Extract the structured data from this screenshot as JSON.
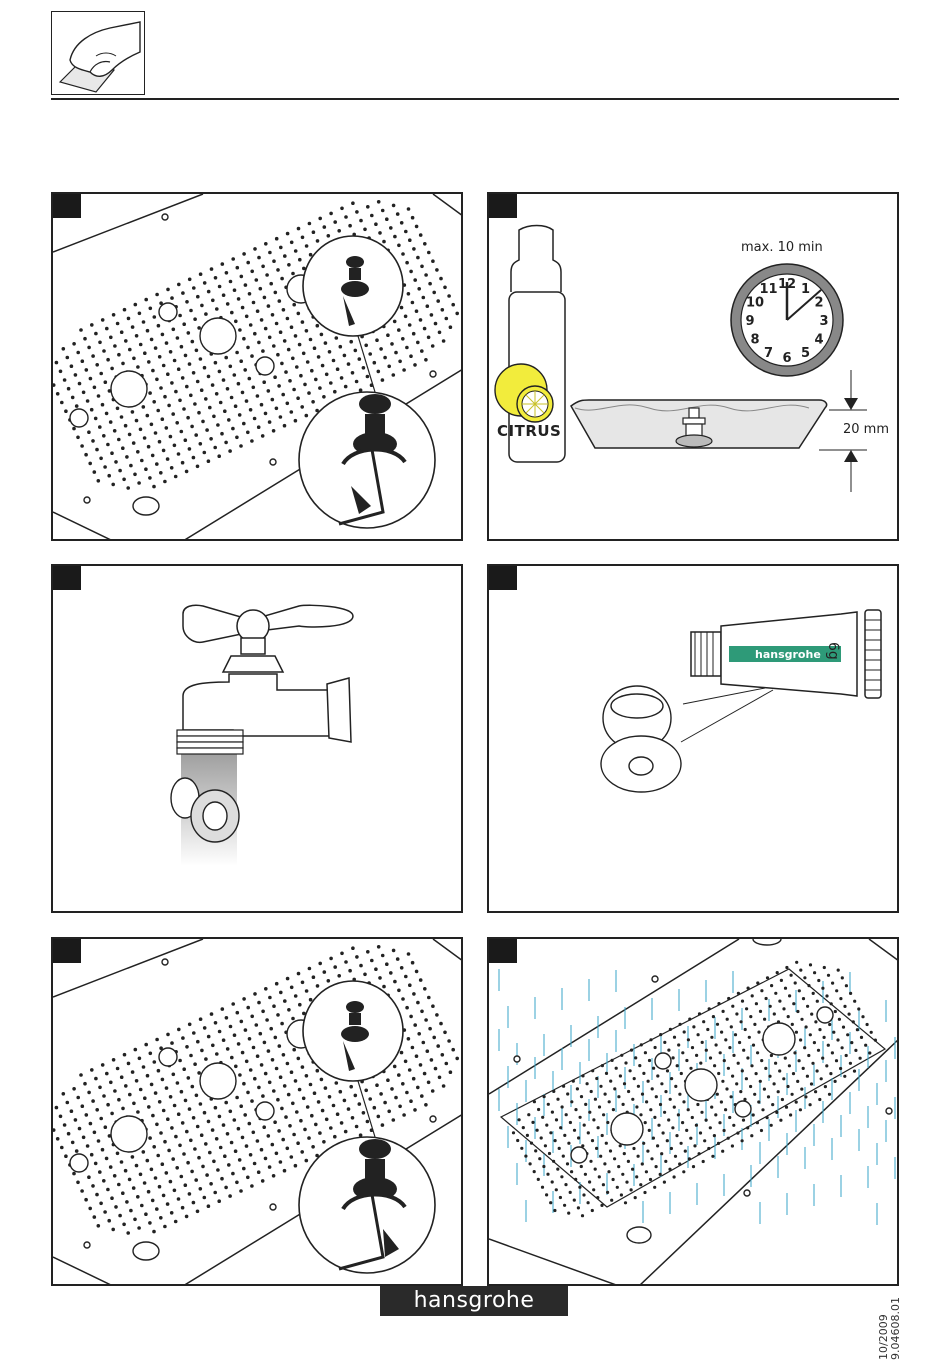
{
  "panels": {
    "p2": {
      "duration_label": "max. 10 min",
      "bottle_label": "CITRUS",
      "depth_label": "20 mm",
      "clock_numbers": [
        "12",
        "1",
        "2",
        "3",
        "4",
        "5",
        "6",
        "7",
        "8",
        "9",
        "10",
        "11"
      ]
    },
    "p4": {
      "tube_brand": "hansgrohe",
      "tube_weight": "6g"
    }
  },
  "footer": {
    "logo": "hansgrohe",
    "date_code": "10/2009",
    "doc_number": "9.04608.01"
  },
  "colors": {
    "accent_green": "#2e9a78",
    "lemon_yellow": "#f2ec3c",
    "water_blue": "#3aa6c8",
    "panel_border": "#222222"
  }
}
